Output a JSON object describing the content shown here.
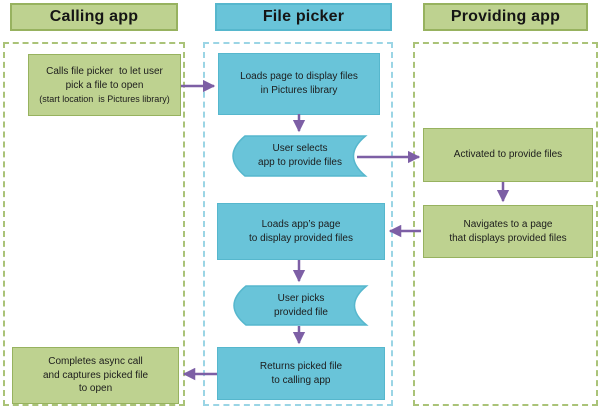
{
  "colors": {
    "green_fill": "#BED290",
    "green_border": "#97B25F",
    "green_dash": "#AAC378",
    "blue_fill": "#69C4D9",
    "blue_border": "#56B7CD",
    "blue_dash": "#9BD5E5",
    "arrow": "#7D5FA5",
    "text": "#1C1C1C"
  },
  "columns": [
    {
      "header": "Calling app"
    },
    {
      "header": "File picker"
    },
    {
      "header": "Providing app"
    }
  ],
  "nodes": {
    "calls_file_picker": {
      "lane": "Calling app",
      "shape": "rect",
      "lines": [
        "Calls file picker  to let user",
        "pick a file to open",
        "(start location  is Pictures library)"
      ]
    },
    "loads_page": {
      "lane": "File picker",
      "shape": "rect",
      "lines": [
        "Loads page to display files",
        "in Pictures library"
      ]
    },
    "user_selects": {
      "lane": "File picker",
      "shape": "stored-data",
      "lines": [
        "User selects",
        "app to provide files"
      ]
    },
    "activated": {
      "lane": "Providing app",
      "shape": "rect",
      "lines": [
        "Activated to provide files"
      ]
    },
    "navigates": {
      "lane": "Providing app",
      "shape": "rect",
      "lines": [
        "Navigates to a page",
        "that displays provided files"
      ]
    },
    "loads_app_page": {
      "lane": "File picker",
      "shape": "rect",
      "lines": [
        "Loads app’s page",
        "to display provided files"
      ]
    },
    "user_picks": {
      "lane": "File picker",
      "shape": "stored-data",
      "lines": [
        "User picks",
        "provided file"
      ]
    },
    "returns_file": {
      "lane": "File picker",
      "shape": "rect",
      "lines": [
        "Returns picked file",
        "to calling app"
      ]
    },
    "completes": {
      "lane": "Calling app",
      "shape": "rect",
      "lines": [
        "Completes async call",
        "and captures picked file",
        "to open"
      ]
    }
  },
  "edges": [
    {
      "from": "calls_file_picker",
      "to": "loads_page"
    },
    {
      "from": "loads_page",
      "to": "user_selects"
    },
    {
      "from": "user_selects",
      "to": "activated"
    },
    {
      "from": "activated",
      "to": "navigates"
    },
    {
      "from": "navigates",
      "to": "loads_app_page"
    },
    {
      "from": "loads_app_page",
      "to": "user_picks"
    },
    {
      "from": "user_picks",
      "to": "returns_file"
    },
    {
      "from": "returns_file",
      "to": "completes"
    }
  ]
}
